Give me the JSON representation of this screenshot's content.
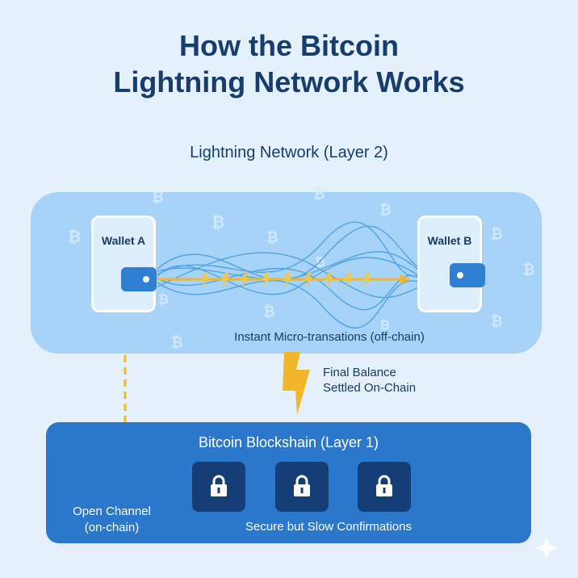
{
  "title_line1": "How the Bitcoin",
  "title_line2": "Lightning Network Works",
  "layer2": {
    "label": "Lightning Network (Layer 2)",
    "wallet_a": "Wallet A",
    "wallet_b": "Wallet B",
    "micro_label": "Instant Micro-transations (off-chain)"
  },
  "settlement": {
    "line1": "Final Balance",
    "line2": "Settled On-Chain"
  },
  "layer1": {
    "label": "Bitcoin Blockshain (Layer 1)",
    "open_line1": "Open Channel",
    "open_line2": "(on-chain)",
    "slow_label": "Secure but Slow Confirmations"
  },
  "icons": {
    "bitcoin_symbol": "₿",
    "wallet": "wallet-icon",
    "lock": "lock-icon",
    "bolt": "lightning-bolt-icon",
    "refresh": "refresh-icon"
  },
  "colors": {
    "background": "#e4f1fd",
    "title": "#173d6e",
    "layer2_panel": "#a6d3f7",
    "layer1_panel": "#2a77cc",
    "block": "#153e76",
    "accent_yellow": "#f2b62a",
    "channel_lines": "#4a9ee0"
  }
}
